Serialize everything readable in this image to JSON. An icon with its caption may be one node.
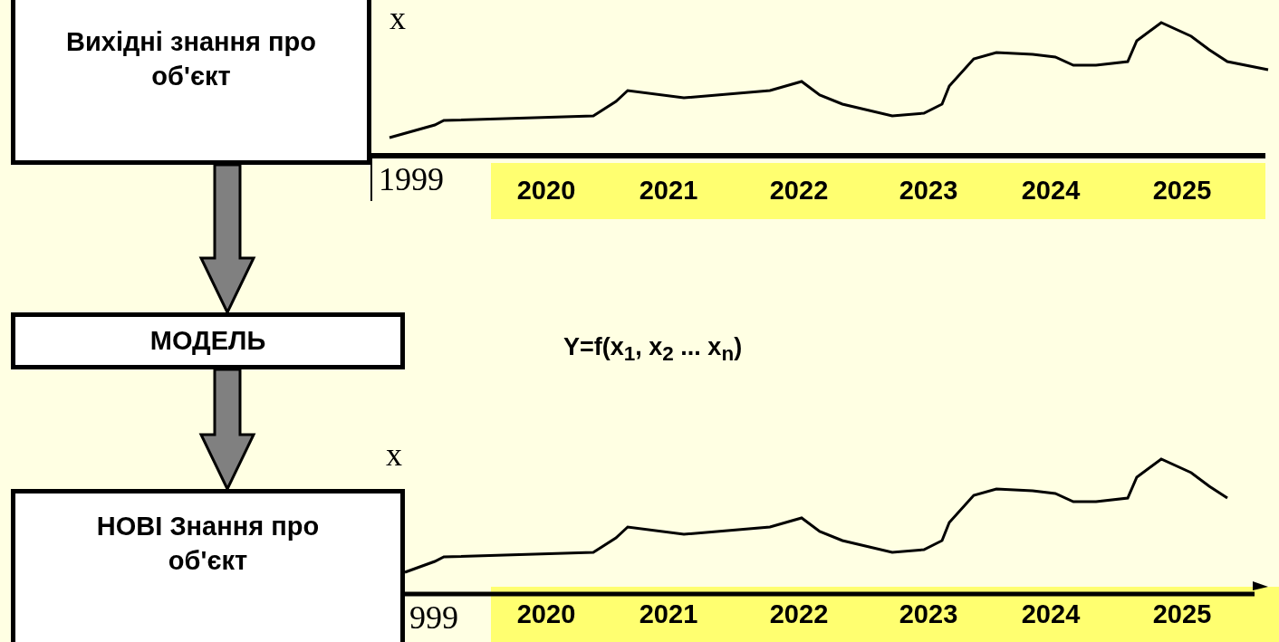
{
  "diagram": {
    "nodes": [
      {
        "text": [
          "Вихідні знання про об'єкт"
        ]
      },
      {
        "text": [
          "МОДЕЛЬ"
        ]
      },
      {
        "text": [
          "НОВІ Знання про об'єкт"
        ]
      }
    ],
    "edges": [
      {
        "from": 0,
        "to": 1,
        "arrow": "to",
        "style": "thick",
        "color": "#808080"
      },
      {
        "from": 1,
        "to": 2,
        "arrow": "to",
        "style": "thick",
        "color": "#808080"
      }
    ],
    "labels": [
      "x",
      "1999",
      "2020",
      "2021",
      "2022",
      "2023",
      "2024",
      "2025",
      "Y=f(x$_{1}$, x$_{2}$ ... x$_{n}$)",
      "x",
      "999",
      "2020",
      "2021",
      "2022",
      "2023",
      "2024",
      "2025"
    ]
  }
}
